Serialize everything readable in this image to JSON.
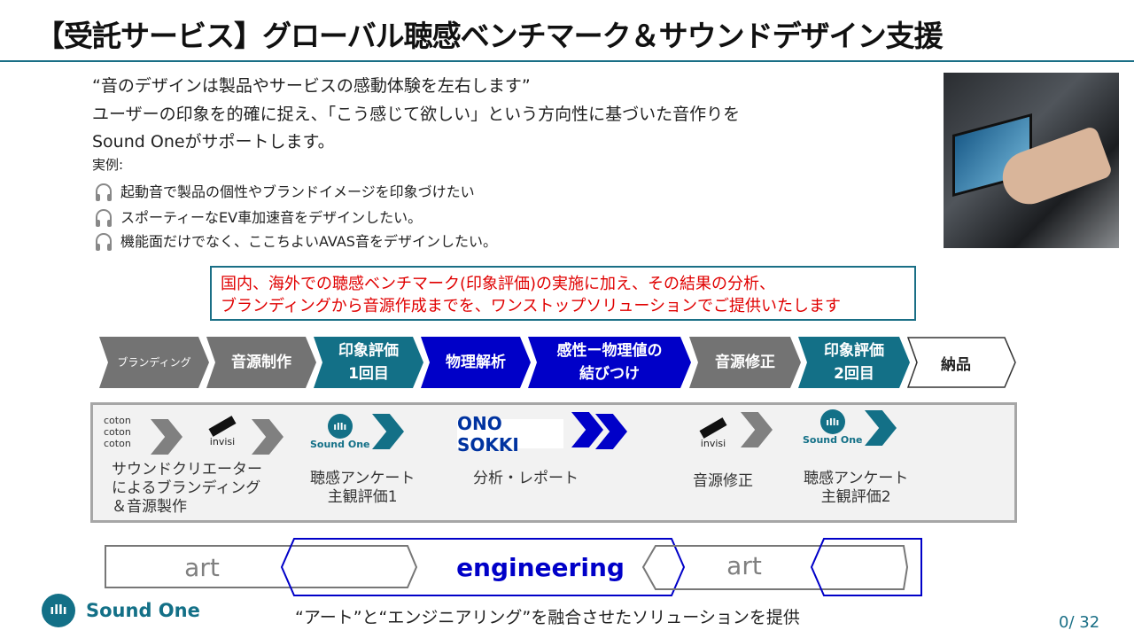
{
  "title": "【受託サービス】グローバル聴感ベンチマーク＆サウンドデザイン支援",
  "intro": [
    "“音のデザインは製品やサービスの感動体験を左右します”",
    "ユーザーの印象を的確に捉え、「こう感じて欲しい」という方向性に基づいた音作りを",
    "Sound Oneがサポートします。"
  ],
  "examples_label": "実例:",
  "examples": [
    "起動音で製品の個性やブランドイメージを印象づけたい",
    "スポーティーなEV車加速音をデザインしたい。",
    "機能面だけでなく、ここちよいAVAS音をデザインしたい。"
  ],
  "callout": [
    "国内、海外での聴感ベンチマーク(印象評価)の実施に加え、その結果の分析、",
    "ブランディングから音源作成までを、ワンストップソリューションでご提供いたします"
  ],
  "steps": [
    "ブランディング",
    "音源制作",
    "印象評価\n1回目",
    "物理解析",
    "感性ー物理値の\n結びつけ",
    "音源修正",
    "印象評価\n2回目",
    "納品"
  ],
  "providers": {
    "coton": "coton\ncoton\ncoton",
    "invisi": "invisi",
    "sound_one": "Sound One",
    "ono_sokki": "ONO SOKKI",
    "ai": "ıllı"
  },
  "tasks": [
    "サウンドクリエーター\nによるブランディング\n＆音源製作",
    "聴感アンケート\n主観評価1",
    "分析・レポート",
    "音源修正",
    "聴感アンケート\n主観評価2"
  ],
  "pills": {
    "art1": "art",
    "engineering": "engineering",
    "art2": "art"
  },
  "footer": {
    "brand": "Sound One",
    "tagline": "“アート”と“エンジニアリング”を融合させたソリューションを提供",
    "page": "0/ 32"
  },
  "colors": {
    "teal": "#137087",
    "gray": "#737373",
    "blue": "#0000c8",
    "red": "#e00000"
  }
}
